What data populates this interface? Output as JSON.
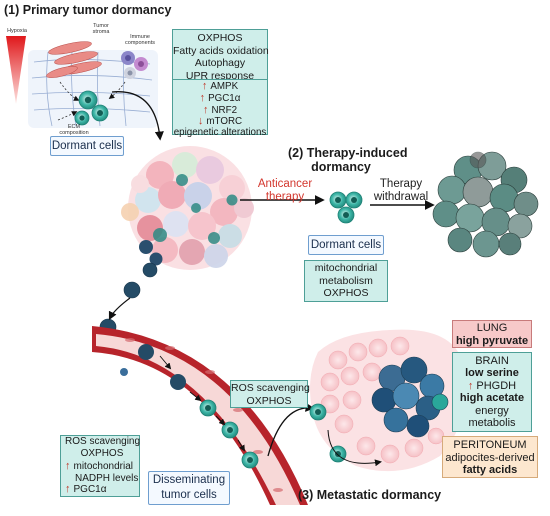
{
  "titles": {
    "primary": "(1) Primary tumor dormancy",
    "therapy": [
      "(2) Therapy-induced",
      "dormancy"
    ],
    "metastatic": "(3) Metastatic dormancy"
  },
  "small_labels": {
    "hypoxia": "Hypoxia",
    "tumor_stroma": [
      "Tumor",
      "stroma"
    ],
    "immune": [
      "Immune",
      "components"
    ],
    "ecm": [
      "ECM",
      "composition"
    ]
  },
  "box_metabolism": [
    "OXPHOS",
    "Fatty acids oxidation",
    "Autophagy",
    "UPR response"
  ],
  "box_signaling": [
    {
      "dir": "up",
      "text": "AMPK"
    },
    {
      "dir": "up",
      "text": "PGC1α"
    },
    {
      "dir": "up",
      "text": "NRF2"
    },
    {
      "dir": "down",
      "text": "mTORC"
    },
    {
      "dir": "",
      "text": "epigenetic alterations"
    }
  ],
  "dormant_cells_label": "Dormant cells",
  "anticancer": [
    "Anticancer",
    "therapy"
  ],
  "withdrawal": [
    "Therapy",
    "withdrawal"
  ],
  "box_therapy": [
    "mitochondrial",
    "metabolism",
    "OXPHOS"
  ],
  "box_ros_mid": [
    "ROS scavenging",
    "OXPHOS"
  ],
  "box_ros_left": {
    "header": "ROS scavenging",
    "header2": "OXPHOS",
    "items": [
      {
        "dir": "up",
        "text": "mitochondrial"
      },
      {
        "dir": "",
        "text": "NADPH levels"
      },
      {
        "dir": "up",
        "text": "PGC1α"
      }
    ]
  },
  "disseminating": [
    "Disseminating",
    "tumor cells"
  ],
  "organs": {
    "lung": {
      "name": "LUNG",
      "detail": "high pyruvate"
    },
    "brain": {
      "name": "BRAIN",
      "line1": "low serine",
      "line2": "PHGDH",
      "line3": "high acetate",
      "line4": "energy",
      "line5": "metabolis"
    },
    "peritoneum": {
      "name": "PERITONEUM",
      "line1": "adipocites-derived",
      "line2": "fatty acids"
    }
  },
  "colors": {
    "teal_box": "#cfeeea",
    "teal_border": "#4e9f97",
    "dormant_cell": "#2aa79a",
    "vessel_red": "#b7242b",
    "lung_box": "#f7c9c9",
    "peritoneum_box": "#fde7cf",
    "arrow_red": "#c0392b"
  },
  "icons": [
    "hypoxia-gradient-icon",
    "tumor-mass-icon",
    "dormant-cell-icon",
    "blood-vessel-icon",
    "recurrent-tumor-icon"
  ]
}
